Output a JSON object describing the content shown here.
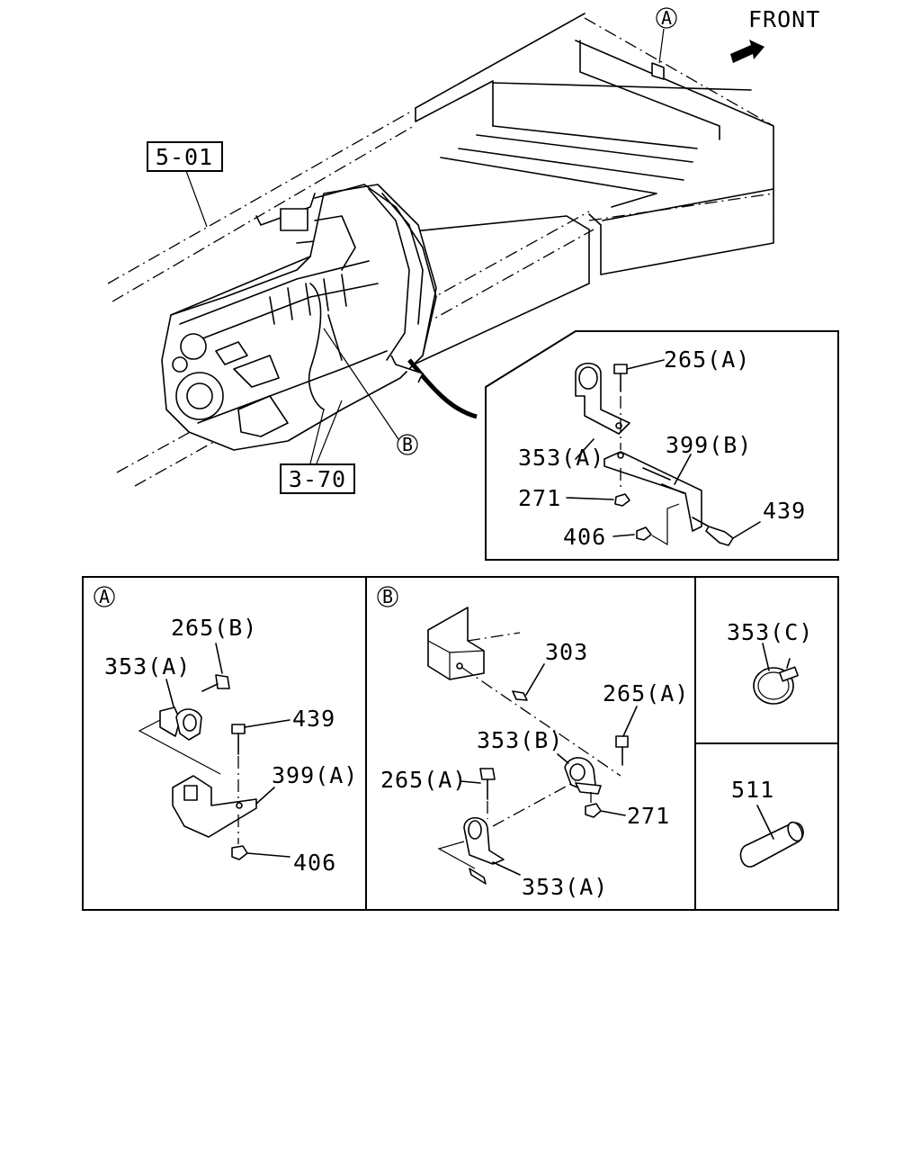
{
  "front_label": "FRONT",
  "refs": {
    "main_group": "5-01",
    "sub_group": "3-70"
  },
  "callouts": {
    "a": "A",
    "b": "B"
  },
  "main_inset": {
    "bolt_265a": "265(A)",
    "clamp_353a": "353(A)",
    "bracket_399b": "399(B)",
    "nut_271": "271",
    "bolt_439": "439",
    "nut_406": "406"
  },
  "panel_a": {
    "title": "A",
    "bolt_265b": "265(B)",
    "clamp_353a": "353(A)",
    "bolt_439": "439",
    "bracket_399a": "399(A)",
    "nut_406": "406"
  },
  "panel_b": {
    "title": "B",
    "pin_303": "303",
    "bolt_265a_right": "265(A)",
    "clamp_353b": "353(B)",
    "bolt_265a_left": "265(A)",
    "nut_271": "271",
    "clamp_353a": "353(A)"
  },
  "panel_c": {
    "clip_353c": "353(C)"
  },
  "panel_d": {
    "tube_511": "511"
  }
}
